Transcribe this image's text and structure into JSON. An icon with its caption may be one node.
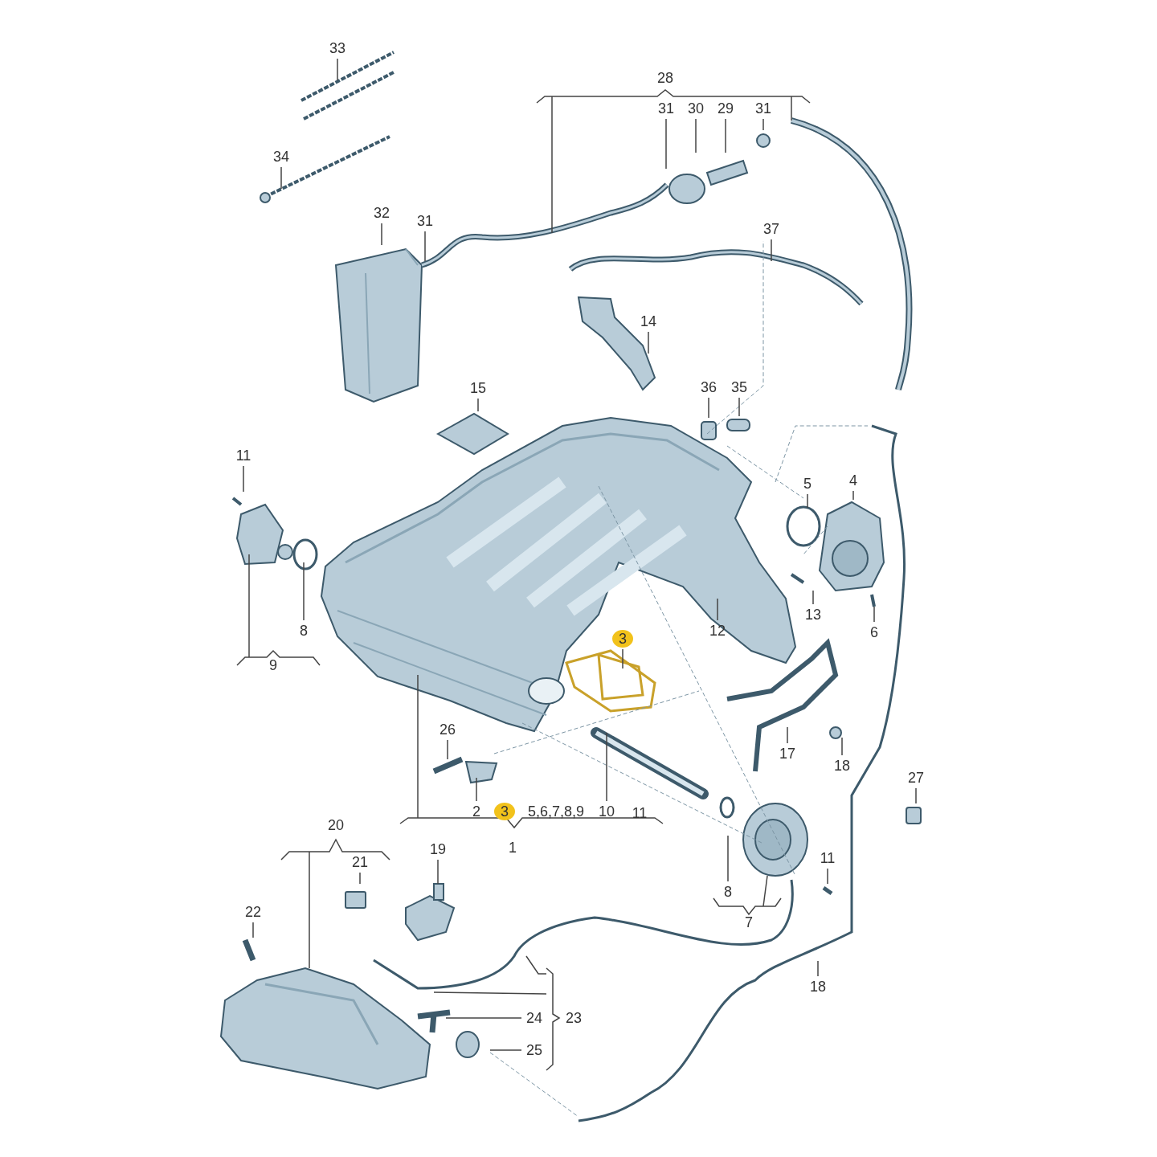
{
  "diagram": {
    "nodes": [
      {
        "text": [
          "33"
        ]
      },
      {
        "text": [
          "34"
        ]
      },
      {
        "text": [
          "31"
        ]
      },
      {
        "text": [
          "30"
        ]
      },
      {
        "text": [
          "29"
        ]
      },
      {
        "text": [
          "31"
        ]
      },
      {
        "text": [
          "32"
        ]
      },
      {
        "text": [
          "31"
        ]
      },
      {
        "text": [
          "37"
        ]
      },
      {
        "text": [
          "14"
        ]
      },
      {
        "text": [
          "15"
        ]
      },
      {
        "text": [
          "36"
        ]
      },
      {
        "text": [
          "35"
        ]
      },
      {
        "text": [
          "11"
        ]
      },
      {
        "text": [
          "5"
        ]
      },
      {
        "text": [
          "4"
        ]
      },
      {
        "text": [
          "8"
        ]
      },
      {
        "text": [
          "12"
        ]
      },
      {
        "text": [
          "13"
        ]
      },
      {
        "text": [
          "6"
        ]
      },
      {
        "text": [
          "3"
        ]
      },
      {
        "text": [
          "26"
        ]
      },
      {
        "text": [
          "17"
        ]
      },
      {
        "text": [
          "18"
        ]
      },
      {
        "text": [
          "2"
        ]
      },
      {
        "text": [
          "10"
        ]
      },
      {
        "text": [
          "27"
        ]
      },
      {
        "text": [
          "21"
        ]
      },
      {
        "text": [
          "19"
        ]
      },
      {
        "text": [
          "22"
        ]
      },
      {
        "text": [
          "11"
        ]
      },
      {
        "text": [
          "8"
        ]
      },
      {
        "text": [
          "18"
        ]
      },
      {
        "text": [
          "24"
        ]
      },
      {
        "text": [
          "25"
        ]
      },
      {
        "text": [
          "3"
        ]
      }
    ],
    "edges": [
      {
        "from": 0,
        "to": null,
        "arrow": "none"
      },
      {
        "from": 1,
        "to": null,
        "arrow": "none"
      },
      {
        "from": 2,
        "to": null,
        "arrow": "none"
      },
      {
        "from": 3,
        "to": null,
        "arrow": "none"
      },
      {
        "from": 4,
        "to": null,
        "arrow": "none"
      },
      {
        "from": 5,
        "to": null,
        "arrow": "none"
      },
      {
        "from": 6,
        "to": null,
        "arrow": "none"
      },
      {
        "from": 7,
        "to": null,
        "arrow": "none"
      },
      {
        "from": 8,
        "to": null,
        "arrow": "none"
      },
      {
        "from": 9,
        "to": null,
        "arrow": "none"
      },
      {
        "from": 10,
        "to": null,
        "arrow": "none"
      },
      {
        "from": 11,
        "to": null,
        "arrow": "none"
      },
      {
        "from": 12,
        "to": null,
        "arrow": "none"
      },
      {
        "from": 13,
        "to": null,
        "arrow": "none"
      },
      {
        "from": 14,
        "to": null,
        "arrow": "none"
      },
      {
        "from": 15,
        "to": null,
        "arrow": "none"
      },
      {
        "from": 16,
        "to": null,
        "arrow": "none"
      },
      {
        "from": 17,
        "to": null,
        "arrow": "none"
      },
      {
        "from": 18,
        "to": null,
        "arrow": "none"
      },
      {
        "from": 19,
        "to": null,
        "arrow": "none"
      },
      {
        "from": 20,
        "to": null,
        "arrow": "none"
      },
      {
        "from": 21,
        "to": null,
        "arrow": "none"
      },
      {
        "from": 22,
        "to": null,
        "arrow": "none"
      },
      {
        "from": 23,
        "to": null,
        "arrow": "none"
      },
      {
        "from": 24,
        "to": null,
        "arrow": "none"
      },
      {
        "from": 25,
        "to": null,
        "arrow": "none"
      },
      {
        "from": 26,
        "to": null,
        "arrow": "none"
      },
      {
        "from": 27,
        "to": null,
        "arrow": "none"
      },
      {
        "from": 28,
        "to": null,
        "arrow": "none"
      },
      {
        "from": 29,
        "to": null,
        "arrow": "none"
      },
      {
        "from": 30,
        "to": null,
        "arrow": "none"
      },
      {
        "from": 31,
        "to": null,
        "arrow": "none"
      },
      {
        "from": 32,
        "to": null,
        "arrow": "none"
      },
      {
        "from": 33,
        "to": null,
        "arrow": "none"
      },
      {
        "from": 34,
        "to": null,
        "arrow": "none"
      }
    ],
    "labels": [
      "28",
      "9",
      "5,6,7,8,9",
      "11",
      "1",
      "20",
      "7",
      "23"
    ]
  }
}
